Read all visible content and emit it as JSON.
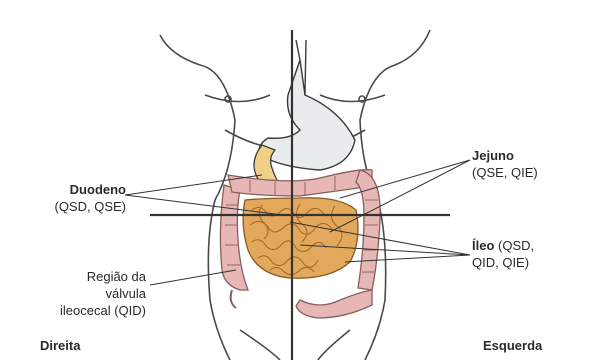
{
  "labels": {
    "duodeno": {
      "title": "Duodeno",
      "quadrants": "(QSD, QSE)"
    },
    "jejuno": {
      "title": "Jejuno",
      "quadrants": "(QSE, QIE)"
    },
    "ileo": {
      "title": "Íleo",
      "quadrants_line1": " (QSD,",
      "quadrants_line2": "QID, QIE)"
    },
    "valve": {
      "line1": "Região da",
      "line2": "válvula",
      "line3": "ileocecal (QID)"
    },
    "side_right_of_patient": "Direita",
    "side_left_of_patient": "Esquerda"
  },
  "colors": {
    "outline": "#3a3a3a",
    "stomach": "#e9ecec",
    "small_intestine": "#e2a85c",
    "small_intestine_dark": "#b9772e",
    "colon": "#e6b7b4",
    "colon_dark": "#b98380",
    "duodenum": "#f0cf86",
    "crosshair": "#333333"
  }
}
